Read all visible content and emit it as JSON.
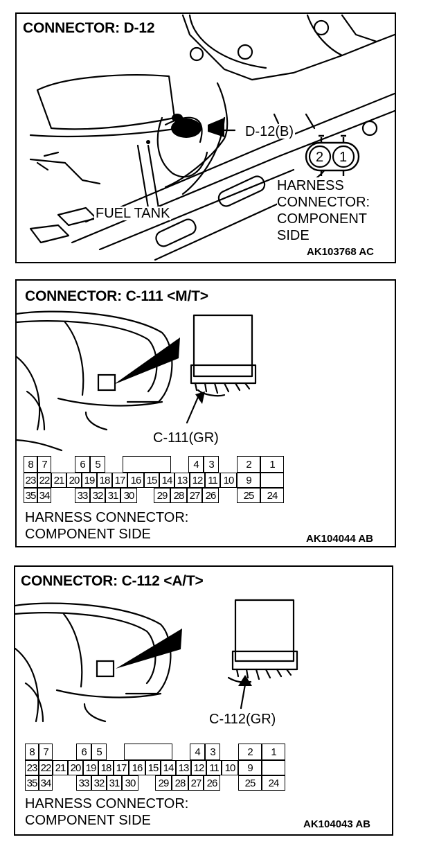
{
  "panel1": {
    "title": "CONNECTOR: D-12",
    "connector_label": "D-12(B)",
    "fuel_tank_label": "FUEL TANK",
    "pin_left": "2",
    "pin_right": "1",
    "harness_lines": [
      "HARNESS",
      "CONNECTOR:",
      "COMPONENT",
      "SIDE"
    ],
    "code": "AK103768 AC"
  },
  "panel2": {
    "title": "CONNECTOR: C-111 <M/T>",
    "connector_label": "C-111(GR)",
    "rows": [
      [
        "8",
        "7",
        "",
        "6",
        "5",
        "",
        "",
        "",
        "",
        "",
        "",
        "4",
        "3",
        "",
        "2",
        "1"
      ],
      [
        "23",
        "22",
        "21",
        "20",
        "19",
        "18",
        "17",
        "16",
        "15",
        "14",
        "13",
        "12",
        "11",
        "10",
        "9"
      ],
      [
        "35",
        "34",
        "",
        "33",
        "32",
        "31",
        "30",
        "",
        "29",
        "28",
        "27",
        "26",
        "",
        "25",
        "24"
      ]
    ],
    "harness_lines": [
      "HARNESS CONNECTOR:",
      "COMPONENT SIDE"
    ],
    "code": "AK104044 AB"
  },
  "panel3": {
    "title": "CONNECTOR: C-112 <A/T>",
    "connector_label": "C-112(GR)",
    "harness_lines": [
      "HARNESS CONNECTOR:",
      "COMPONENT SIDE"
    ],
    "code": "AK104043 AB"
  }
}
